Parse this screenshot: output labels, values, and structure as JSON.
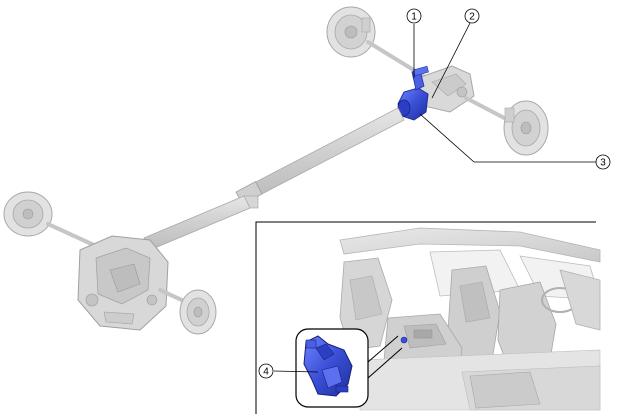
{
  "diagram": {
    "callouts": [
      {
        "id": "1",
        "label": "1"
      },
      {
        "id": "2",
        "label": "2"
      },
      {
        "id": "3",
        "label": "3"
      },
      {
        "id": "4",
        "label": "4"
      }
    ],
    "colors": {
      "component_highlight": "#3a4fd6",
      "component_dark": "#1f2f9e",
      "drivetrain_gray": "#d4d4d4",
      "drivetrain_outline": "#a8a8a8",
      "interior_gray": "#dcdcdc",
      "interior_dark": "#b9b9b9",
      "line": "#000000"
    },
    "icons": [
      "drivetrain-illustration",
      "vehicle-interior-illustration",
      "center-console-component-icon"
    ]
  }
}
